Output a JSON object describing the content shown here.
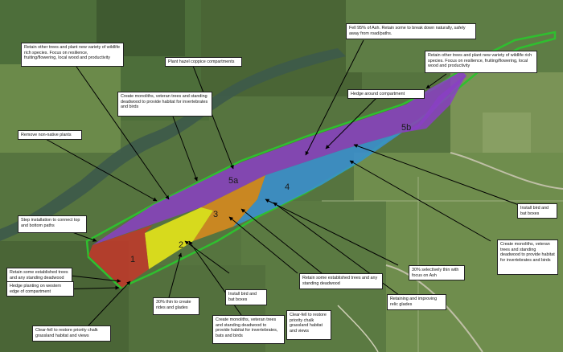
{
  "compartments": [
    {
      "id": "1",
      "label": "1",
      "color": "#c0392b"
    },
    {
      "id": "2",
      "label": "2",
      "color": "#e6e61a"
    },
    {
      "id": "3",
      "label": "3",
      "color": "#d68a1f"
    },
    {
      "id": "4",
      "label": "4",
      "color": "#3a8fd0"
    },
    {
      "id": "5a",
      "label": "5a",
      "color": "#8a3fc4"
    },
    {
      "id": "5b",
      "label": "5b",
      "color": "#8a3fc4"
    }
  ],
  "notes": {
    "n1": "Retain other trees and plant new variety of wildlife rich species. Focus on resilience, fruiting/flowering, local wood and productivity",
    "n2": "Plant hazel coppice compartments",
    "n3": "Fell 95% of Ash. Retain some to break down naturally, safely away from road/paths.",
    "n4": "Retain other trees and plant new variety of wildlife rich species. Focus on resilience, fruiting/flowering, local wood and productivity",
    "n5": "Hedge around compartment",
    "n6": "Create monoliths, veteran trees and standing deadwood to provide habitat for invertebrates and birds",
    "n7": "Remove non-native plants",
    "n8": "Step installation to connect top and bottom paths",
    "n9": "Install bird and bat boxes",
    "n10": "Create monoliths, veteran trees and standing deadwood to provide habitat for invertebrates and birds",
    "n11": "Retain some established trees and any standing deadwood",
    "n12": "Hedge planting on western edge of compartment",
    "n13": "Clear-fell to restore priority chalk grassland habitat and views",
    "n14": "30% thin to create rides and glades",
    "n15": "Install bird and bat boxes",
    "n16": "Create monoliths, veteran trees and standing deadwood to provide habitat for invertebrates, bats and birds",
    "n17": "Retain some established trees and any standing deadwood",
    "n18": "Clear-fell to restore priority chalk grassland habitat and views",
    "n19": "30% selectively thin with focus on Ash",
    "n20": "Retaining and improving relic glades"
  }
}
